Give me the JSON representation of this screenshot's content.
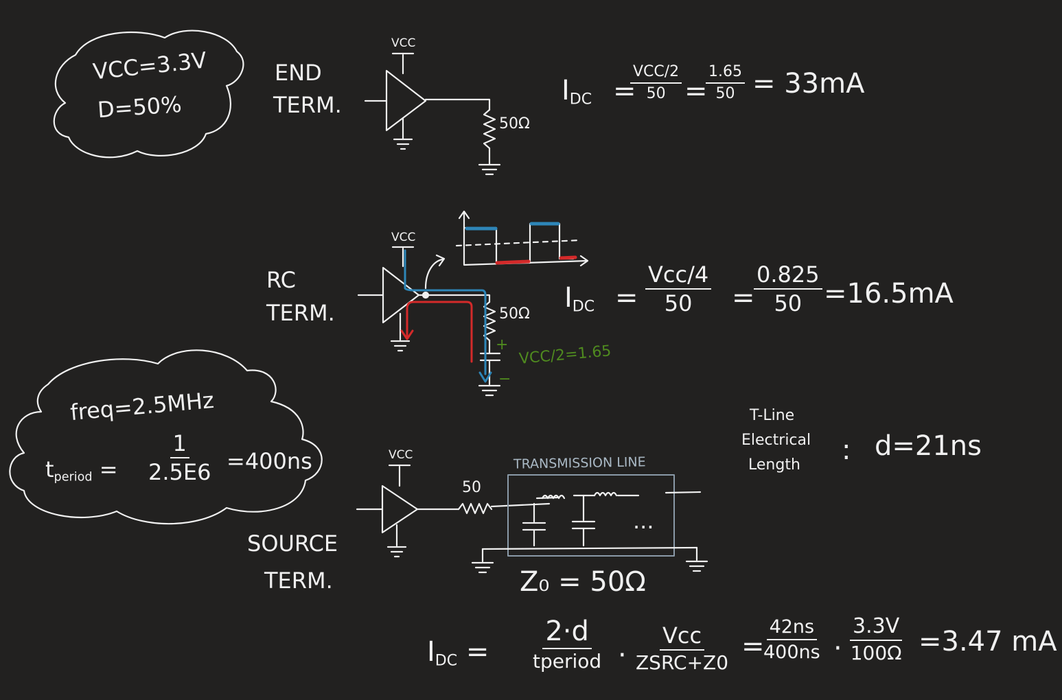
{
  "colors": {
    "background": "#222120",
    "ink": "#f0f0f0",
    "blue": "#2e86b8",
    "red": "#d42a2a",
    "green": "#4f8a1f",
    "tline_box": "#8a9aa8"
  },
  "notes": {
    "conditions": {
      "vcc": "VCC=3.3V",
      "duty": "D=50%"
    },
    "frequency": {
      "freq": "freq=2.5MHz",
      "t_label": "t",
      "t_sub": "period",
      "num": "1",
      "den": "2.5E6",
      "result": "=400ns"
    },
    "tline": {
      "line1": "T-Line",
      "line2": "Electrical",
      "line3": "Length",
      "colon": ":",
      "value": "d=21ns"
    }
  },
  "end_term": {
    "title_line1": "END",
    "title_line2": "TERM.",
    "vcc": "VCC",
    "resistor": "50Ω",
    "eq": {
      "lhs": "I",
      "lhs_sub": "DC",
      "frac1_num": "VCC/2",
      "frac1_den": "50",
      "frac2_num": "1.65",
      "frac2_den": "50",
      "result": "= 33mA"
    }
  },
  "rc_term": {
    "title_line1": "RC",
    "title_line2": "TERM.",
    "vcc": "VCC",
    "resistor": "50Ω",
    "cap_plus": "+",
    "cap_minus": "−",
    "cap_voltage": "VCC/2=1.65",
    "eq": {
      "lhs": "I",
      "lhs_sub": "DC",
      "frac1_num": "Vcc/4",
      "frac1_den": "50",
      "frac2_num": "0.825",
      "frac2_den": "50",
      "result": "=16.5mA"
    }
  },
  "source_term": {
    "title_line1": "SOURCE",
    "title_line2": "TERM.",
    "vcc": "VCC",
    "resistor": "50",
    "tline_label": "TRANSMISSION LINE",
    "ellipsis": "...",
    "z0": "Z₀ = 50Ω",
    "eq": {
      "lhs": "I",
      "lhs_sub": "DC",
      "frac1_num": "2·d",
      "frac1_den": "tperiod",
      "frac2_num": "Vcc",
      "frac2_den": "ZSRC+Z0",
      "frac3_num": "42ns",
      "frac3_den": "400ns",
      "frac4_num": "3.3V",
      "frac4_den": "100Ω",
      "result": "=3.47 mA"
    }
  }
}
